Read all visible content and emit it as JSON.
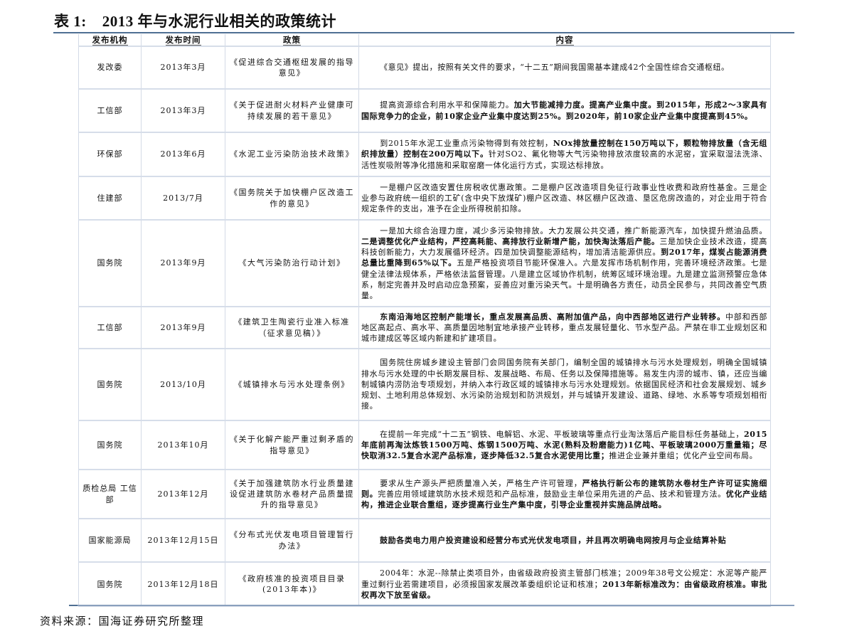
{
  "document": {
    "title_label": "表 1:",
    "title_text": "2013 年与水泥行业相关的政策统计",
    "source_note": "资料来源：国海证券研究所整理"
  },
  "table": {
    "headers": [
      "发布机构",
      "发布时间",
      "政策",
      "内容"
    ],
    "rows": [
      {
        "agency": "发改委",
        "date": "2013年3月",
        "policy": "《促进综合交通枢纽发展的指导意见》",
        "content": [
          {
            "t": "《意见》提出，按照有关文件的要求，“十二五”期间我国需基本建成42个全国性综合交通枢纽。",
            "b": false
          }
        ]
      },
      {
        "agency": "工信部",
        "date": "2013年3月",
        "policy": "《关于促进耐火材料产业健康可持续发展的若干意见》",
        "content": [
          {
            "t": "提高资源综合利用水平和保障能力。",
            "b": false
          },
          {
            "t": "加大节能减排力度。提高产业集中度。到2015年，形成2～3家具有国际竞争力的企业，前10家企业产业集中度达到25%。到2020年，前10家企业产业集中度提高到45%。",
            "b": true
          }
        ]
      },
      {
        "agency": "环保部",
        "date": "2013年6月",
        "policy": "《水泥工业污染防治技术政策》",
        "content": [
          {
            "t": "到2015年水泥工业重点污染物得到有效控制，",
            "b": false
          },
          {
            "t": "NOx排放量控制在150万吨以下，颗粒物排放量（含无组织排放量）控制在200万吨以下。",
            "b": true
          },
          {
            "t": "针对SO2、氟化物等大气污染物排放浓度较高的水泥窑，宜采取湿法洗涤、活性炭吸附等净化措施和采取窑磨一体化运行方式，实现达标排放。",
            "b": false
          }
        ]
      },
      {
        "agency": "住建部",
        "date": "2013/7月",
        "policy": "《国务院关于加快棚户区改造工作的意见》",
        "content": [
          {
            "t": "一是棚户区改造安置住房税收优惠政策。二是棚户区改造项目免征行政事业性收费和政府性基金。三是企业参与政府统一组织的工矿(含中央下放煤矿)棚户区改造、林区棚户区改造、垦区危房改造的，对企业用于符合规定条件的支出，准予在企业所得税前扣除。",
            "b": false
          }
        ]
      },
      {
        "agency": "国务院",
        "date": "2013年9月",
        "policy": "《大气污染防治行动计划》",
        "content": [
          {
            "t": "一是加大综合治理力度，减少多污染物排放。大力发展公共交通，推广新能源汽车，加快提升燃油品质。",
            "b": false
          },
          {
            "t": "二是调整优化产业结构，严控高耗能、高排放行业新增产能，加快淘汰落后产能。",
            "b": true
          },
          {
            "t": "三是加快企业技术改造，提高科技创新能力，大力发展循环经济。四是加快调整能源结构，增加清洁能源供应。",
            "b": false
          },
          {
            "t": "到2017年，煤炭占能源消费总量比重降到65%以下。",
            "b": true
          },
          {
            "t": "五是严格投资项目节能环保准入。六是发挥市场机制作用，完善环境经济政策。七是健全法律法规体系，严格依法监督管理。八是建立区域协作机制，统筹区域环境治理。九是建立监测预警应急体系，制定完善并及时启动应急预案，妥善应对重污染天气。十是明确各方责任，动员全民参与，共同改善空气质量。",
            "b": false
          }
        ]
      },
      {
        "agency": "工信部",
        "date": "2013年9月",
        "policy": "《建筑卫生陶瓷行业准入标准（征求意见稿）》",
        "content": [
          {
            "t": "东南沿海地区控制产能增长，重点发展高品质、高附加值产品，向中西部地区进行产业转移。",
            "b": true
          },
          {
            "t": "中部和西部地区高起点、高水平、高质量因地制宜地承接产业转移，重点发展轻量化、节水型产品。严禁在非工业规划区和城市建成区等区域内新建和扩建项目。",
            "b": false
          }
        ]
      },
      {
        "agency": "国务院",
        "date": "2013/10月",
        "policy": "《城镇排水与污水处理条例》",
        "content": [
          {
            "t": "国务院住房城乡建设主管部门会同国务院有关部门，编制全国的城镇排水与污水处理规划，明确全国城镇排水与污水处理的中长期发展目标、发展战略、布局、任务以及保障措施等。易发生内涝的城市、镇，还应当编制城镇内涝防治专项规划，并纳入本行政区域的城镇排水与污水处理规划。依据国民经济和社会发展规划、城乡规划、土地利用总体规划、水污染防治规划和防洪规划，并与城镇开发建设、道路、绿地、水系等专项规划相衔接。",
            "b": false
          }
        ]
      },
      {
        "agency": "国务院",
        "date": "2013年10月",
        "policy": "《关于化解产能严重过剩矛盾的指导意见》",
        "content": [
          {
            "t": "在提前一年完成“十二五”钢铁、电解铝、水泥、平板玻璃等重点行业淘汰落后产能目标任务基础上，",
            "b": false
          },
          {
            "t": "2015年底前再淘汰炼铁1500万吨、炼钢1500万吨、水泥(熟料及粉磨能力)1亿吨、平板玻璃2000万重量箱；尽快取消32.5复合水泥产品标准，逐步降低32.5复合水泥使用比重；",
            "b": true
          },
          {
            "t": "推进企业兼并重组；优化产业空间布局。",
            "b": false
          }
        ]
      },
      {
        "agency": "质检总局 工信部",
        "date": "2013年12月",
        "policy": "《关于加强建筑防水行业质量建设促进建筑防水卷材产品质量提升的指导意见》",
        "content": [
          {
            "t": "要求从生产源头严把质量准入关，严格生产许可管理，",
            "b": false
          },
          {
            "t": "严格执行新公布的建筑防水卷材生产许可证实施细则。",
            "b": true
          },
          {
            "t": "完善应用领域建筑防水技术规范和产品标准，鼓励业主单位采用先进的产品、技术和管理方法。",
            "b": false
          },
          {
            "t": "优化产业结构，推进企业联合重组，逐步提高行业生产集中度，引导企业重视并实施品牌战略。",
            "b": true
          }
        ]
      },
      {
        "agency": "国家能源局",
        "date": "2013年12月15日",
        "policy": "《分布式光伏发电项目管理暂行办法》",
        "content": [
          {
            "t": "鼓励各类电力用户投资建设和经营分布式光伏发电项目，并且再次明确电网按月与企业结算补贴",
            "b": true
          }
        ]
      },
      {
        "agency": "国务院",
        "date": "2013年12月18日",
        "policy": "《政府核准的投资项目目录(2013年本)》",
        "content": [
          {
            "t": "2004年：水泥--除禁止类项目外，由省级政府投资主管部门核准；2009年38号文公规定：水泥等产能严重过剩行业若需建项目，必须报国家发展改革委组织论证和核准；",
            "b": false
          },
          {
            "t": "2013年新标准改为：由省级政府核准。审批权再次下放至省级。",
            "b": true
          }
        ]
      }
    ]
  },
  "colors": {
    "title_rule": "#4f6f93",
    "grid": "#d3dae6",
    "bottom_rule": "#8aa0bd"
  }
}
